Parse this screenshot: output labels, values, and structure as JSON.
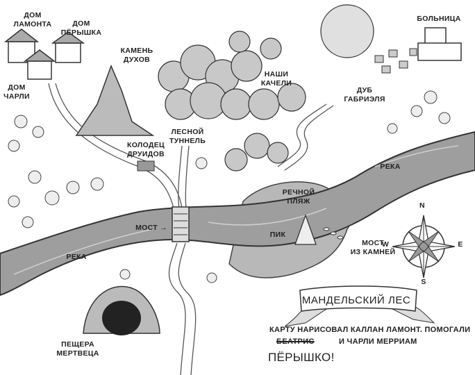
{
  "labels": {
    "lamont_house": [
      "ДОМ",
      "ЛАМОНТА"
    ],
    "feather_house": [
      "ДОМ",
      "ПЁРЫШКА"
    ],
    "charlie_house": [
      "ДОМ",
      "ЧАРЛИ"
    ],
    "spirit_stone": [
      "КАМЕНЬ",
      "ДУХОВ"
    ],
    "our_swings": [
      "НАШИ",
      "КАЧЕЛИ"
    ],
    "hospital": "БОЛЬНИЦА",
    "gabriel_oak": [
      "ДУБ",
      "ГАБРИЭЛЯ"
    ],
    "forest_tunnel": [
      "ЛЕСНОЙ",
      "ТУННЕЛЬ"
    ],
    "druid_well": [
      "КОЛОДЕЦ",
      "ДРУИДОВ"
    ],
    "river_right": "РЕКА",
    "river_beach": [
      "РЕЧНОЙ",
      "ПЛЯЖ"
    ],
    "bridge": "МОСТ →",
    "peak": "ПИК",
    "stone_bridge": [
      "МОСТ",
      "ИЗ КАМНЕЙ"
    ],
    "river_left": "РЕКА",
    "dead_man_cave": [
      "ПЕЩЕРА",
      "МЕРТВЕЦА"
    ]
  },
  "compass": {
    "n": "N",
    "s": "S",
    "w": "W",
    "e": "E"
  },
  "banner_title": "МАНДЕЛЬСКИЙ ЛЕС",
  "credits": {
    "line1": "КАРТУ НАРИСОВАЛ КАЛЛАН ЛАМОНТ. ПОМОГАЛИ",
    "struck_name": "БЕАТРИС",
    "line2": "И ЧАРЛИ МЕРРИАМ",
    "correction": "ПЁРЫШКО!"
  }
}
